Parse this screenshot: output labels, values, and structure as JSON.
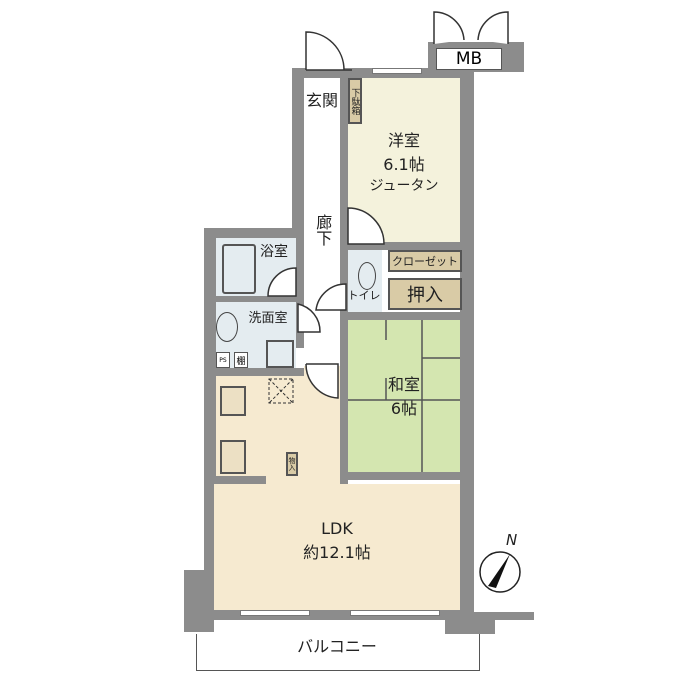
{
  "floorplan": {
    "colors": {
      "wall": "#8c8c8c",
      "western_room": "#f4f2dc",
      "japanese_room": "#d4e6b0",
      "ldk": "#f6ead0",
      "wet_area": "#e4ecf0",
      "storage": "#d9cba6",
      "hallway": "#ffffff"
    },
    "rooms": {
      "entrance": {
        "label": "玄関"
      },
      "shoe_box": {
        "label": "下駄箱"
      },
      "western": {
        "label": "洋室",
        "size": "6.1帖",
        "note": "ジュータン"
      },
      "hallway": {
        "label": "廊下"
      },
      "bath": {
        "label": "浴室"
      },
      "washroom": {
        "label": "洗面室"
      },
      "toilet": {
        "label": "トイレ"
      },
      "closet": {
        "label": "クローゼット"
      },
      "oshiire": {
        "label": "押入"
      },
      "japanese": {
        "label": "和室",
        "size": "6帖"
      },
      "ldk": {
        "label": "LDK",
        "size": "約12.1帖"
      },
      "balcony": {
        "label": "バルコニー"
      },
      "meter_box": {
        "label": "MB"
      },
      "pipe_space": {
        "label": "PS"
      },
      "shelf": {
        "label": "棚"
      },
      "kitchen_storage": {
        "label": "物入"
      }
    },
    "compass": {
      "label": "N",
      "icon": "north-arrow-icon"
    }
  }
}
